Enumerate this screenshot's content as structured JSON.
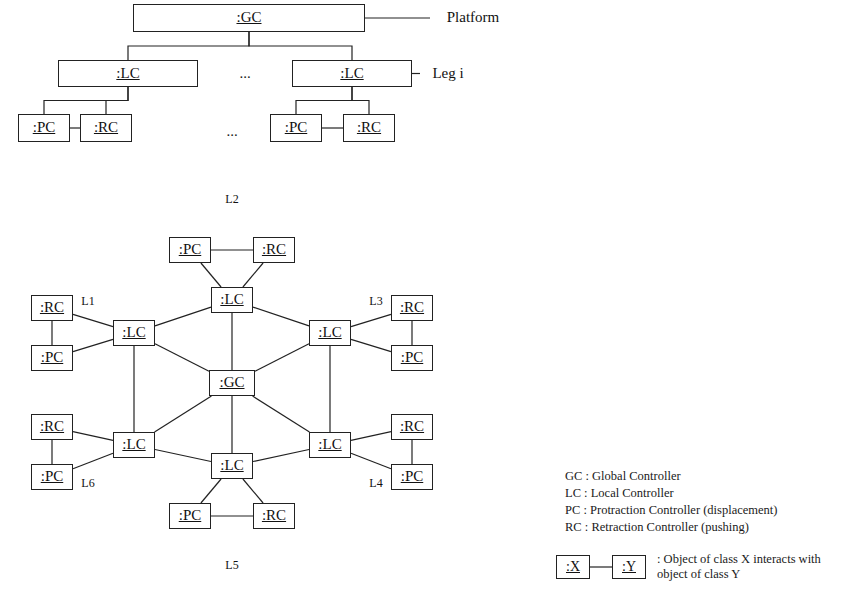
{
  "diagram": {
    "nodes": [
      {
        "text": [
          ":GC"
        ]
      },
      {
        "text": [
          "Platform"
        ]
      },
      {
        "text": [
          ":LC"
        ]
      },
      {
        "text": [
          ":LC"
        ]
      },
      {
        "text": [
          "Leg i"
        ]
      },
      {
        "text": [
          ":PC"
        ]
      },
      {
        "text": [
          ":RC"
        ]
      },
      {
        "text": [
          ":PC"
        ]
      },
      {
        "text": [
          ":RC"
        ]
      },
      {
        "text": [
          "L2"
        ]
      },
      {
        "text": [
          ":PC"
        ],
        "in": 9
      },
      {
        "text": [
          ":RC"
        ],
        "in": 9
      },
      {
        "text": [
          ":LC"
        ]
      },
      {
        "text": [
          "L1"
        ]
      },
      {
        "text": [
          ":RC"
        ],
        "in": 13
      },
      {
        "text": [
          ":PC"
        ],
        "in": 13
      },
      {
        "text": [
          ":LC"
        ]
      },
      {
        "text": [
          "L3"
        ]
      },
      {
        "text": [
          ":RC"
        ],
        "in": 17
      },
      {
        "text": [
          ":PC"
        ],
        "in": 17
      },
      {
        "text": [
          ":LC"
        ]
      },
      {
        "text": [
          ":GC"
        ]
      },
      {
        "text": [
          "L6"
        ]
      },
      {
        "text": [
          ":RC"
        ],
        "in": 22
      },
      {
        "text": [
          ":PC"
        ],
        "in": 22
      },
      {
        "text": [
          ":LC"
        ]
      },
      {
        "text": [
          "L4"
        ]
      },
      {
        "text": [
          ":RC"
        ],
        "in": 26
      },
      {
        "text": [
          ":PC"
        ],
        "in": 26
      },
      {
        "text": [
          ":LC"
        ]
      },
      {
        "text": [
          ":LC"
        ]
      },
      {
        "text": [
          "L5"
        ]
      },
      {
        "text": [
          ":PC"
        ],
        "in": 31
      },
      {
        "text": [
          ":RC"
        ],
        "in": 31
      },
      {
        "text": [
          ":X"
        ]
      },
      {
        "text": [
          ":Y"
        ]
      }
    ],
    "edges": [
      {
        "from": 0,
        "to": 1,
        "arrow": "none"
      },
      {
        "from": 0,
        "to": 2,
        "arrow": "none"
      },
      {
        "from": 0,
        "to": 3,
        "arrow": "none"
      },
      {
        "from": 3,
        "to": 4,
        "arrow": "none"
      },
      {
        "from": 2,
        "to": 5,
        "arrow": "none"
      },
      {
        "from": 2,
        "to": 6,
        "arrow": "none"
      },
      {
        "from": 5,
        "to": 6,
        "arrow": "none"
      },
      {
        "from": 3,
        "to": 7,
        "arrow": "none"
      },
      {
        "from": 3,
        "to": 8,
        "arrow": "none"
      },
      {
        "from": 7,
        "to": 8,
        "arrow": "none"
      },
      {
        "from": 21,
        "to": 12,
        "arrow": "none"
      },
      {
        "from": 21,
        "to": 16,
        "arrow": "none"
      },
      {
        "from": 21,
        "to": 20,
        "arrow": "none"
      },
      {
        "from": 21,
        "to": 25,
        "arrow": "none"
      },
      {
        "from": 21,
        "to": 29,
        "arrow": "none"
      },
      {
        "from": 21,
        "to": 30,
        "arrow": "none"
      },
      {
        "from": 16,
        "to": 12,
        "arrow": "none"
      },
      {
        "from": 12,
        "to": 20,
        "arrow": "none"
      },
      {
        "from": 20,
        "to": 29,
        "arrow": "none"
      },
      {
        "from": 29,
        "to": 30,
        "arrow": "none"
      },
      {
        "from": 30,
        "to": 25,
        "arrow": "none"
      },
      {
        "from": 25,
        "to": 16,
        "arrow": "none"
      },
      {
        "from": 12,
        "to": 10,
        "arrow": "none"
      },
      {
        "from": 12,
        "to": 11,
        "arrow": "none"
      },
      {
        "from": 10,
        "to": 11,
        "arrow": "none"
      },
      {
        "from": 16,
        "to": 14,
        "arrow": "none"
      },
      {
        "from": 16,
        "to": 15,
        "arrow": "none"
      },
      {
        "from": 14,
        "to": 15,
        "arrow": "none"
      },
      {
        "from": 20,
        "to": 18,
        "arrow": "none"
      },
      {
        "from": 20,
        "to": 19,
        "arrow": "none"
      },
      {
        "from": 18,
        "to": 19,
        "arrow": "none"
      },
      {
        "from": 25,
        "to": 23,
        "arrow": "none"
      },
      {
        "from": 25,
        "to": 24,
        "arrow": "none"
      },
      {
        "from": 23,
        "to": 24,
        "arrow": "none"
      },
      {
        "from": 29,
        "to": 27,
        "arrow": "none"
      },
      {
        "from": 29,
        "to": 28,
        "arrow": "none"
      },
      {
        "from": 27,
        "to": 28,
        "arrow": "none"
      },
      {
        "from": 30,
        "to": 32,
        "arrow": "none"
      },
      {
        "from": 30,
        "to": 33,
        "arrow": "none"
      },
      {
        "from": 32,
        "to": 33,
        "arrow": "none"
      },
      {
        "from": 34,
        "to": 35,
        "arrow": "none"
      }
    ],
    "labels": [
      "...",
      "...",
      "GC : Global Controller",
      "LC : Local Controller",
      "PC : Protraction Controller (displacement)",
      "RC : Retraction Controller (pushing)",
      ": Object of class X interacts with object of class Y"
    ]
  }
}
